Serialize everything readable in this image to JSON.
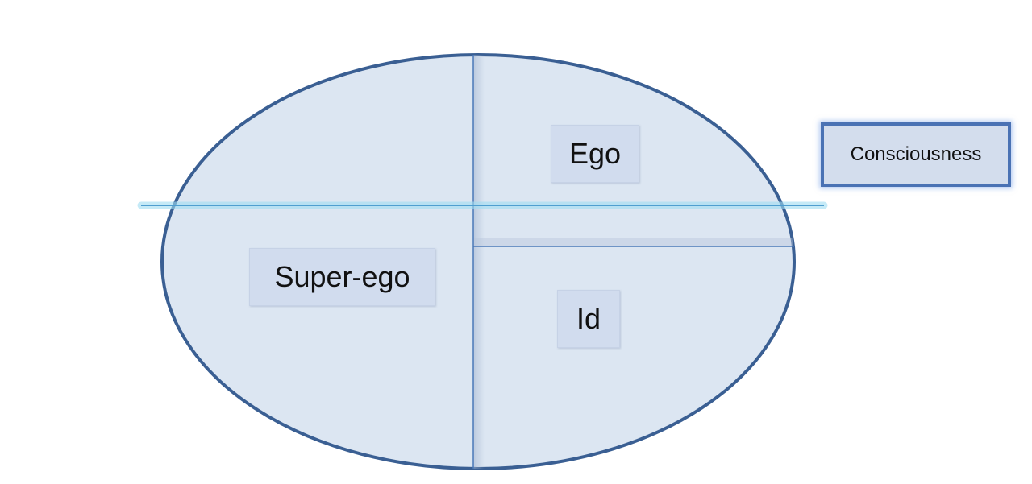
{
  "diagram": {
    "regions": {
      "ego": "Ego",
      "superego": "Super-ego",
      "id": "Id"
    },
    "consciousness_label": "Consciousness"
  },
  "colors": {
    "ellipse_fill": "#dce6f2",
    "ellipse_stroke": "#3a5f93",
    "divider": "#4a78b8",
    "consciousness_line": "#5aa8d8",
    "consciousness_glow": "#9fdcf2",
    "label_fill": "#d1dcee",
    "box_border": "#4a72b4"
  }
}
